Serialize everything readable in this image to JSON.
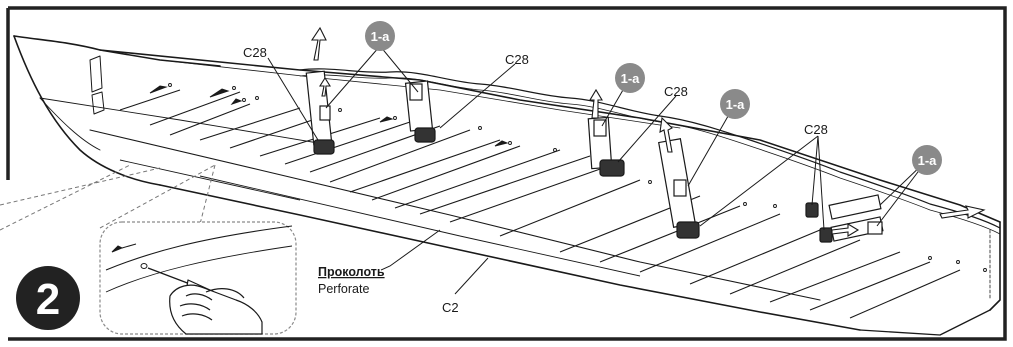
{
  "step": {
    "number": "2"
  },
  "labels": {
    "c28": "C28",
    "c2": "C2",
    "part_1a": "1-a",
    "pierce_ru": "Проколоть",
    "pierce_en": "Perforate"
  },
  "colors": {
    "frame": "#222222",
    "badge_dark": "#222222",
    "badge_grey": "#8a8a8a",
    "line": "#1a1a1a",
    "callout_grey": "#9a9a9a"
  },
  "icons": {
    "pierce_tool": "awl-in-hand-icon"
  }
}
